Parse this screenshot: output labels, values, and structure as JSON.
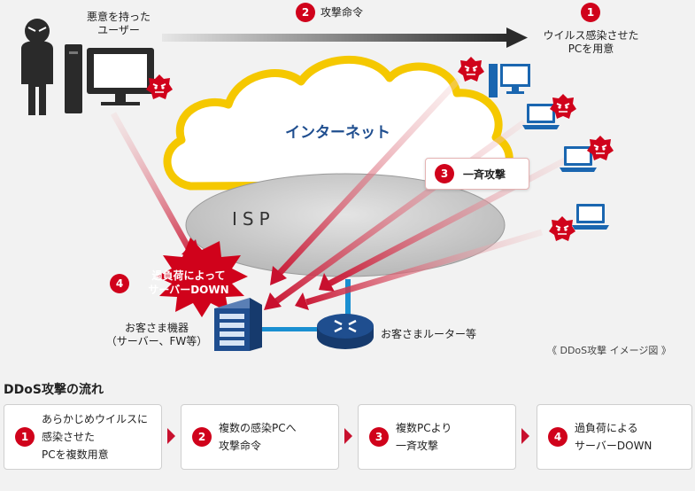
{
  "attacker_label": "悪意を持った\nユーザー",
  "command": {
    "number": "2",
    "label": "攻撃命令"
  },
  "infect": {
    "number": "1",
    "label": "ウイルス感染させた\nPCを用意"
  },
  "internet_label": "インターネット",
  "isp_label": "ISP",
  "simultaneous": {
    "number": "3",
    "label": "一斉攻撃"
  },
  "overload": {
    "number": "4",
    "label": "過負荷によって\nサーバーDOWN"
  },
  "customer_equipment_label": "お客さま機器\n（サーバー、FW等）",
  "router_label": "お客さまルーター等",
  "caption": "《 DDoS攻撃  イメージ図 》",
  "flow": {
    "title": "DDoS攻撃の流れ",
    "steps": [
      {
        "number": "1",
        "text": "あらかじめウイルスに\n感染させた\nPCを複数用意"
      },
      {
        "number": "2",
        "text": "複数の感染PCへ\n攻撃命令"
      },
      {
        "number": "3",
        "text": "複数PCより\n一斉攻撃"
      },
      {
        "number": "4",
        "text": "過負荷による\nサーバーDOWN"
      }
    ]
  },
  "colors": {
    "accent_red": "#d0021b",
    "cloud_outline": "#f5c800",
    "isp_gray": "#c7c7c7",
    "router_blue": "#1f4e8f",
    "pc_blue": "#1a66b0"
  }
}
